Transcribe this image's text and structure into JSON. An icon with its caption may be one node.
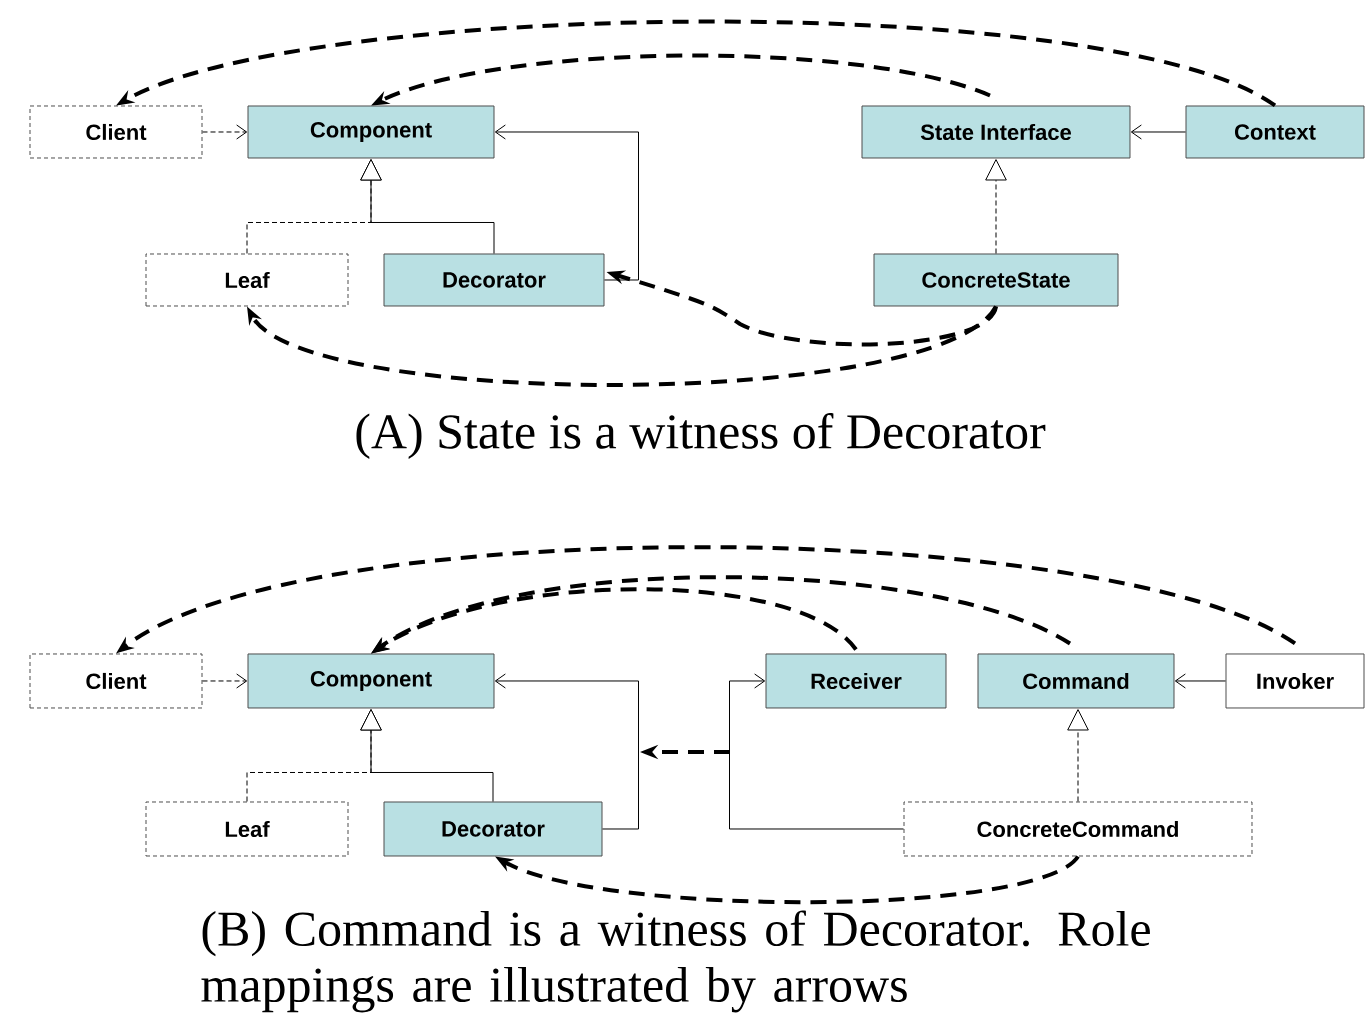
{
  "diagram": {
    "nodes": [
      {
        "text": [
          "Client"
        ]
      },
      {
        "text": [
          "Component"
        ]
      },
      {
        "text": [
          "State Interface"
        ]
      },
      {
        "text": [
          "Context"
        ]
      },
      {
        "text": [
          "Leaf"
        ]
      },
      {
        "text": [
          "Decorator"
        ]
      },
      {
        "text": [
          "ConcreteState"
        ]
      },
      {
        "text": [
          "Client"
        ]
      },
      {
        "text": [
          "Component"
        ]
      },
      {
        "text": [
          "Receiver"
        ]
      },
      {
        "text": [
          "Command"
        ]
      },
      {
        "text": [
          "Invoker"
        ]
      },
      {
        "text": [
          "Leaf"
        ]
      },
      {
        "text": [
          "Decorator"
        ]
      },
      {
        "text": [
          "ConcreteCommand"
        ]
      }
    ],
    "edges": [
      {
        "from": 0,
        "to": 1,
        "arrow": "to",
        "style": "dashed"
      },
      {
        "from": 5,
        "to": 1,
        "arrow": "to"
      },
      {
        "from": 4,
        "to": 1,
        "arrow": "to",
        "style": "dashed"
      },
      {
        "from": 5,
        "to": 1,
        "arrow": "to"
      },
      {
        "from": 3,
        "to": 2,
        "arrow": "to"
      },
      {
        "from": 6,
        "to": 2,
        "arrow": "to",
        "style": "dashed"
      },
      {
        "from": 3,
        "to": 0,
        "arrow": "to",
        "style": "dashed"
      },
      {
        "from": 2,
        "to": 1,
        "arrow": "to",
        "style": "dashed"
      },
      {
        "from": 6,
        "to": 5,
        "arrow": "to",
        "style": "dashed"
      },
      {
        "from": 6,
        "to": 4,
        "arrow": "to",
        "style": "dashed"
      },
      {
        "from": 7,
        "to": 8,
        "arrow": "to",
        "style": "dashed"
      },
      {
        "from": 13,
        "to": 8,
        "arrow": "to"
      },
      {
        "from": 12,
        "to": 8,
        "arrow": "to",
        "style": "dashed"
      },
      {
        "from": 13,
        "to": 8,
        "arrow": "to"
      },
      {
        "from": 11,
        "to": 10,
        "arrow": "to"
      },
      {
        "from": 14,
        "to": 10,
        "arrow": "to",
        "style": "dashed"
      },
      {
        "from": 14,
        "to": 9,
        "arrow": "to"
      },
      {
        "from": 11,
        "to": 7,
        "arrow": "to",
        "style": "dashed"
      },
      {
        "from": 10,
        "to": 8,
        "arrow": "to",
        "style": "dashed"
      },
      {
        "from": 9,
        "to": 8,
        "arrow": "to",
        "style": "dashed"
      },
      {
        "from": 14,
        "to": 13,
        "arrow": "to",
        "style": "dashed"
      }
    ],
    "labels": [
      "(A) State is a witness of Decorator",
      "(B) Command is a witness of Decorator.  Role mappings are illustrated by arrows"
    ]
  }
}
